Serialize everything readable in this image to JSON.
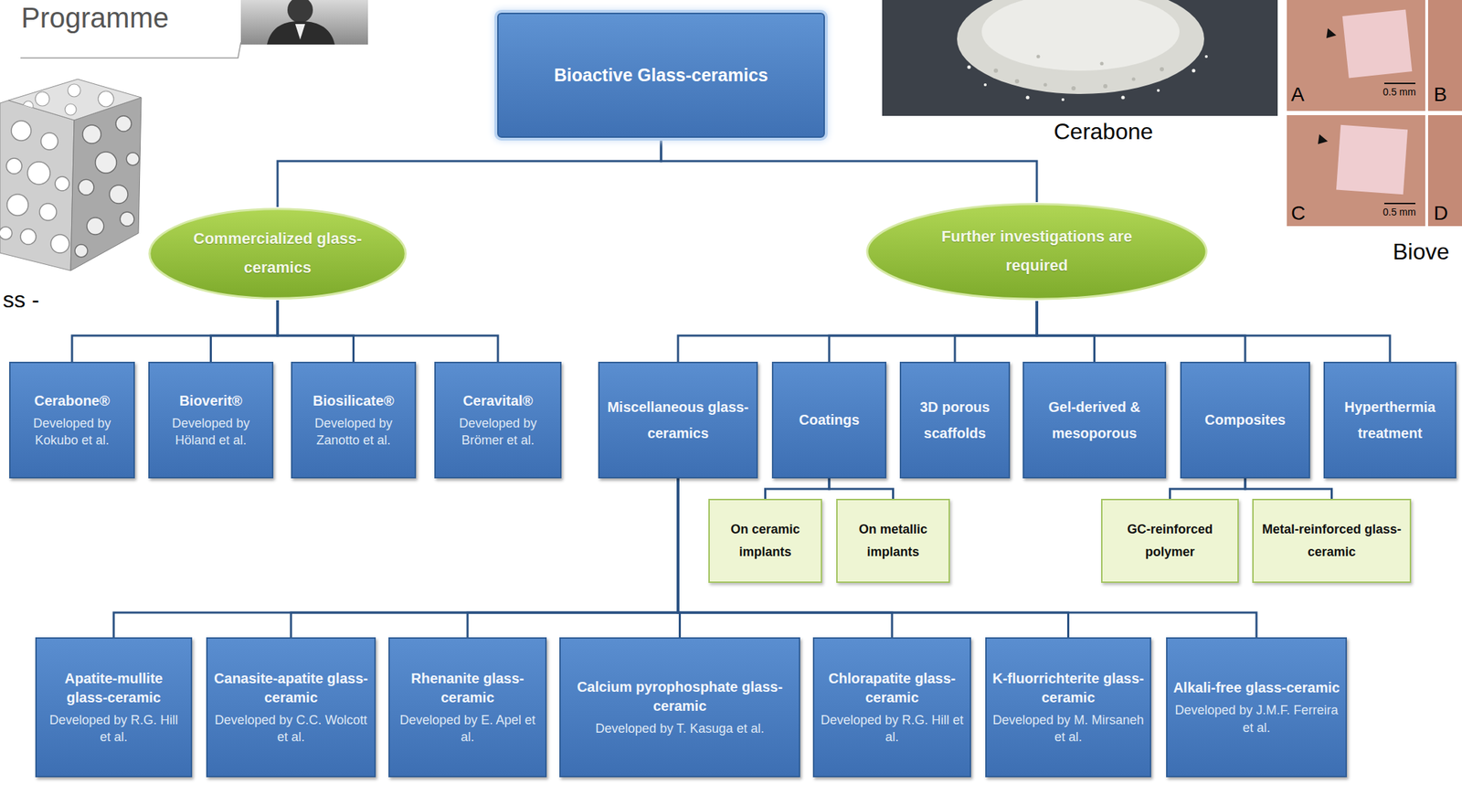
{
  "diagram": {
    "nodes": [
      {
        "text": [
          "Bioactive Glass-ceramics"
        ]
      },
      {
        "text": [
          "Commercialized glass-ceramics"
        ]
      },
      {
        "text": [
          "Further investigations are required"
        ]
      },
      {
        "text": [
          "Cerabone®",
          "Developed by Kokubo et al."
        ]
      },
      {
        "text": [
          "Bioverit®",
          "Developed by Höland et al."
        ]
      },
      {
        "text": [
          "Biosilicate®",
          "Developed by Zanotto et al."
        ]
      },
      {
        "text": [
          "Ceravital®",
          "Developed by Brömer et al."
        ]
      },
      {
        "text": [
          "Miscellaneous glass-ceramics"
        ]
      },
      {
        "text": [
          "Coatings"
        ]
      },
      {
        "text": [
          "3D porous scaffolds"
        ]
      },
      {
        "text": [
          "Gel-derived & mesoporous"
        ]
      },
      {
        "text": [
          "Composites"
        ]
      },
      {
        "text": [
          "Hyperthermia treatment"
        ]
      },
      {
        "text": [
          "On ceramic implants"
        ]
      },
      {
        "text": [
          "On metallic implants"
        ]
      },
      {
        "text": [
          "GC-reinforced polymer"
        ]
      },
      {
        "text": [
          "Metal-reinforced glass-ceramic"
        ]
      },
      {
        "text": [
          "Apatite-mullite glass-ceramic",
          "Developed by R.G. Hill et al."
        ]
      },
      {
        "text": [
          "Canasite-apatite glass-ceramic",
          "Developed by C.C. Wolcott et al."
        ]
      },
      {
        "text": [
          "Rhenanite glass-ceramic",
          "Developed by E. Apel et al."
        ]
      },
      {
        "text": [
          "Calcium pyrophosphate glass-ceramic",
          "Developed by T. Kasuga et al."
        ]
      },
      {
        "text": [
          "Chlorapatite glass-ceramic",
          "Developed by R.G. Hill et al."
        ]
      },
      {
        "text": [
          "K-fluorrichterite glass-ceramic",
          "Developed by M. Mirsaneh et al."
        ]
      },
      {
        "text": [
          "Alkali-free glass-ceramic",
          "Developed by J.M.F. Ferreira et al."
        ]
      }
    ],
    "edges": [
      {
        "from": 0,
        "to": 1,
        "arrow": "none"
      },
      {
        "from": 0,
        "to": 2,
        "arrow": "none"
      },
      {
        "from": 1,
        "to": 3,
        "arrow": "none"
      },
      {
        "from": 1,
        "to": 4,
        "arrow": "none"
      },
      {
        "from": 1,
        "to": 5,
        "arrow": "none"
      },
      {
        "from": 1,
        "to": 6,
        "arrow": "none"
      },
      {
        "from": 2,
        "to": 7,
        "arrow": "none"
      },
      {
        "from": 2,
        "to": 8,
        "arrow": "none"
      },
      {
        "from": 2,
        "to": 9,
        "arrow": "none"
      },
      {
        "from": 2,
        "to": 10,
        "arrow": "none"
      },
      {
        "from": 2,
        "to": 11,
        "arrow": "none"
      },
      {
        "from": 2,
        "to": 12,
        "arrow": "none"
      },
      {
        "from": 8,
        "to": 13,
        "arrow": "none"
      },
      {
        "from": 8,
        "to": 14,
        "arrow": "none"
      },
      {
        "from": 11,
        "to": 15,
        "arrow": "none"
      },
      {
        "from": 11,
        "to": 16,
        "arrow": "none"
      },
      {
        "from": 7,
        "to": 17,
        "arrow": "none"
      },
      {
        "from": 7,
        "to": 18,
        "arrow": "none"
      },
      {
        "from": 7,
        "to": 19,
        "arrow": "none"
      },
      {
        "from": 7,
        "to": 20,
        "arrow": "none"
      },
      {
        "from": 7,
        "to": 21,
        "arrow": "none"
      },
      {
        "from": 7,
        "to": 22,
        "arrow": "none"
      },
      {
        "from": 7,
        "to": 23,
        "arrow": "none"
      }
    ],
    "labels": [
      "Programme",
      "ss -",
      "Cerabone",
      "A",
      "0.5 mm",
      "B",
      "C",
      "0.5 mm",
      "D",
      "Biove"
    ]
  }
}
